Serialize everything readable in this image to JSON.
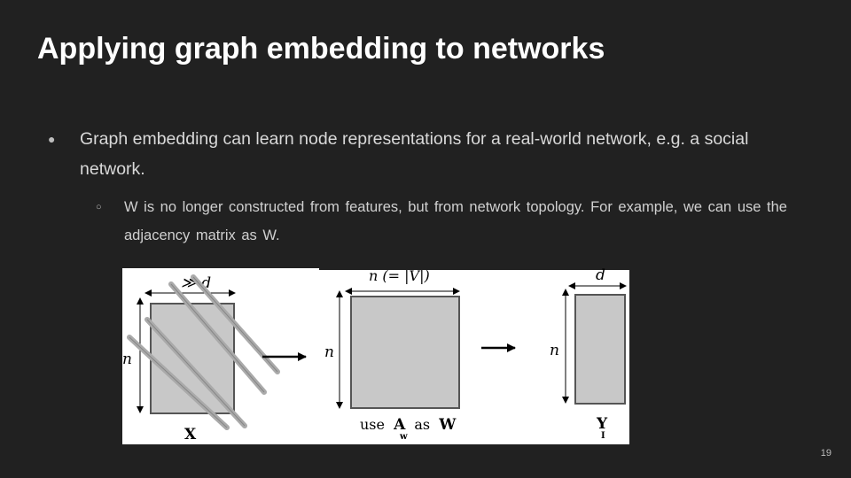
{
  "slide": {
    "title": "Applying graph embedding to networks",
    "bullet_1": "Graph embedding can learn node representations for a real-world network, e.g. a social network.",
    "bullet_2": "W is no longer constructed from features, but from network topology. For example, we can use the adjacency matrix as W.",
    "page_number": "19"
  },
  "figure": {
    "left_block": {
      "width_label": "≫ d",
      "height_label": "n",
      "matrix_label": "X"
    },
    "middle_block": {
      "width_label": "n (= |V|)",
      "height_label": "n",
      "caption_prefix": "use",
      "caption_matrix": "A",
      "caption_sub": "w",
      "caption_as": "as",
      "caption_target": "W"
    },
    "right_block": {
      "width_label": "d",
      "height_label": "n",
      "matrix_label": "Y",
      "matrix_sub": "I"
    }
  },
  "colors": {
    "background": "#212121",
    "title": "#ffffff",
    "text": "#d9d9d9",
    "matrix_fill": "#c8c8c8"
  }
}
